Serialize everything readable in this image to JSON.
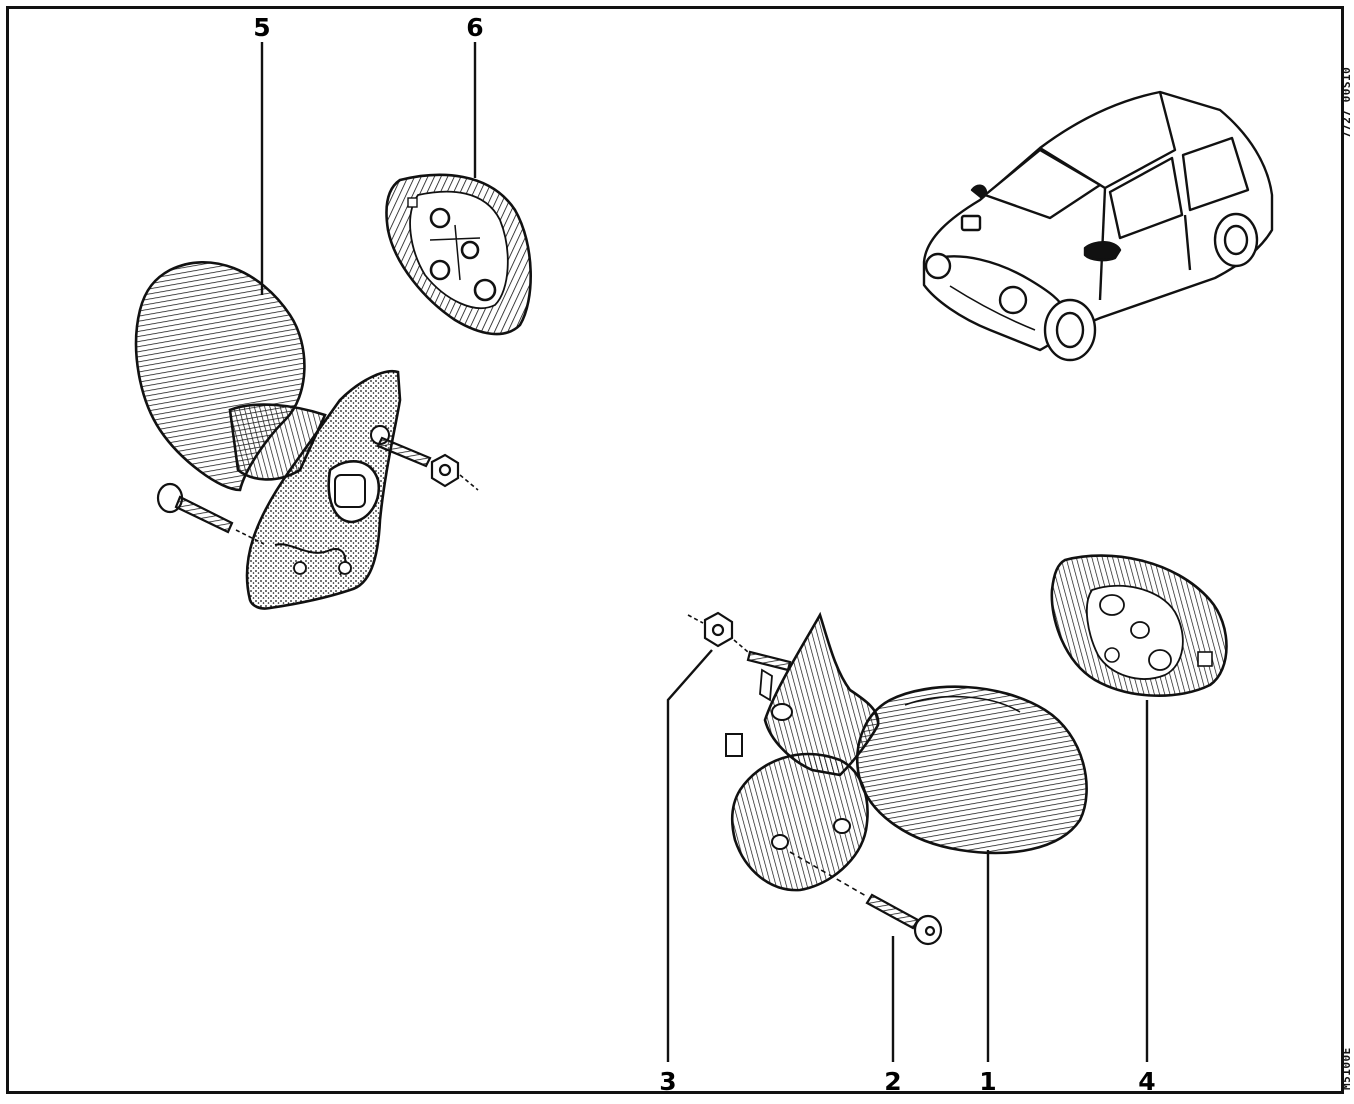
{
  "figure": {
    "callouts": [
      {
        "id": "1",
        "label": "1"
      },
      {
        "id": "2",
        "label": "2"
      },
      {
        "id": "3",
        "label": "3"
      },
      {
        "id": "4",
        "label": "4"
      },
      {
        "id": "5",
        "label": "5"
      },
      {
        "id": "6",
        "label": "6"
      }
    ],
    "side_code_top": "7727 00S10",
    "side_code_bottom": "M5100E"
  },
  "colors": {
    "ink": "#111111",
    "paper": "#ffffff"
  }
}
